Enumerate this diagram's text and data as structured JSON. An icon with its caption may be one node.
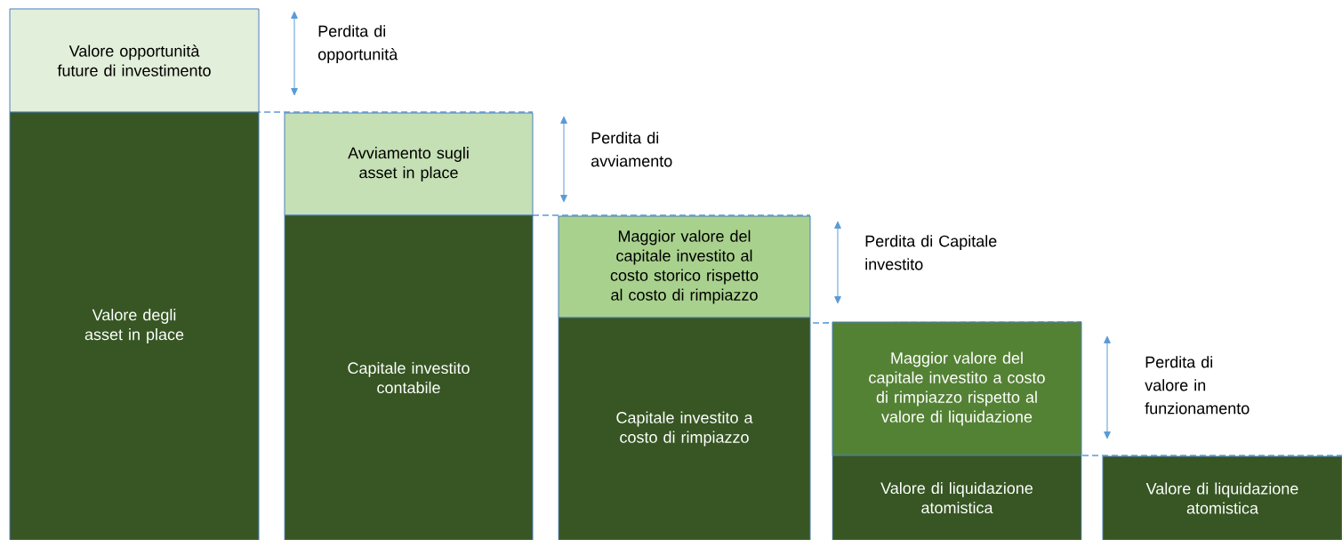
{
  "diagram": {
    "nodes": [
      {
        "text": [
          "Valore opportunità future di investimento"
        ]
      },
      {
        "text": [
          "Valore degli asset in place"
        ]
      },
      {
        "text": [
          "Avviamento sugli asset in place"
        ]
      },
      {
        "text": [
          "Capitale investito contabile"
        ]
      },
      {
        "text": [
          "Maggior valore del capitale investito al costo storico rispetto al costo di rimpiazzo"
        ]
      },
      {
        "text": [
          "Capitale investito a costo di rimpiazzo"
        ]
      },
      {
        "text": [
          "Maggior valore del capitale investito a costo di rimpiazzo rispetto al valore di liquidazione"
        ]
      },
      {
        "text": [
          "Valore di liquidazione atomistica"
        ]
      },
      {
        "text": [
          "Valore di liquidazione atomistica"
        ]
      }
    ],
    "edges": [],
    "labels": [
      "Perdita di opportunità",
      "Perdita di avviamento",
      "Perdita di Capitale investito",
      "Perdita di valore in funzionamento"
    ]
  }
}
